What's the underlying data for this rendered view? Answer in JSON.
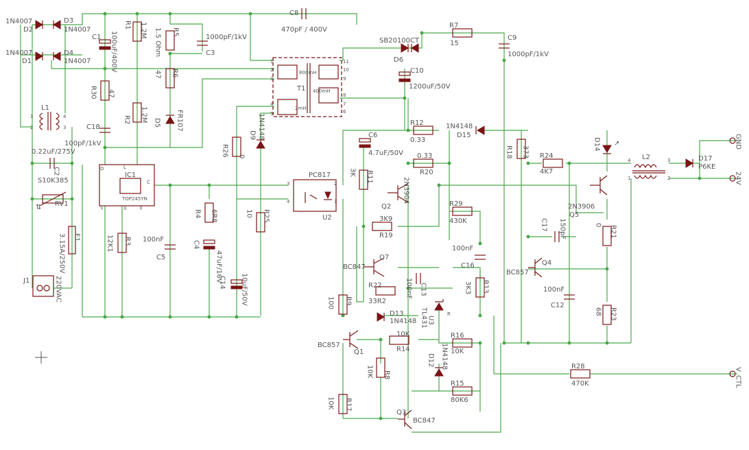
{
  "labels": {
    "d2": "D2",
    "d3": "D3",
    "d1": "D1",
    "d4": "D4",
    "d2_type": "1N4007",
    "d3_type": "1N4007",
    "d1_type": "1N4007",
    "d4_type": "1N4007",
    "c1": "C1",
    "c1_val": "100uF/400V",
    "r1": "R1",
    "r1_val": "1.2M",
    "r5": "R5",
    "r5_val": "1.5 Ohm",
    "c3": "C3",
    "c3_val": "1000pF/1kV",
    "c8": "C8",
    "c8_val": "470pF / 400V",
    "r7": "R7",
    "r7_val": "15",
    "c9": "C9",
    "c9_val": "1000pF/1kV",
    "d6": "D6",
    "d6_type": "SB20100CT",
    "c10": "C10",
    "c10_val": "1200uF/50V",
    "r30": "R30",
    "r30_val": "47",
    "r6": "R6",
    "r6_val": "47",
    "r2": "R2",
    "r2_val": "1.2M",
    "d5": "D5",
    "d5_type": "FR107",
    "l1": "L1",
    "t1": "T1",
    "t1_p1": "800mH",
    "t1_p2": "400mH",
    "t1_p3": "2mH",
    "c18": "C18",
    "c18_val": "100pF/1kV",
    "c2_val": "0.22uF/275V",
    "c2": "C2",
    "rv1": "RV1",
    "rv1_type": "S10K385",
    "f1": "F1",
    "f1_val": "3.15A/250V",
    "j1": "J1",
    "j1_val": "220VAC",
    "ic1": "IC1",
    "ic1_type": "TOP245YN",
    "ic1_d": "D",
    "ic1_l": "L",
    "ic1_c": "C",
    "ic1_s": "S",
    "ic1_x": "X",
    "ic1_f": "F",
    "r3": "R3",
    "r3_val": "12K1",
    "r26": "R26",
    "r26_val": "0",
    "d9": "D9",
    "d9_type": "1N4148",
    "c5": "C5",
    "c5_val": "100nF",
    "r4": "R4",
    "r4_val": "6R8",
    "c4": "C4",
    "c4_val": "47uF/16V",
    "c14": "C14",
    "c14_val": "10uF/50V",
    "r25": "R25",
    "r25_val": "10",
    "u2": "U2",
    "u2_type": "PC817",
    "u2_p1": "1",
    "u2_p2": "2",
    "u2_p3": "3",
    "u2_p4": "4",
    "c6": "C6",
    "c6_val": "4.7uF/50V",
    "r11": "R11",
    "r11_val": "3K",
    "q2": "Q2",
    "q2_type": "2N3904",
    "r12": "R12",
    "r12_val": "0.33",
    "r20": "R20",
    "r20_val": "0.33",
    "d15": "D15",
    "d15_type": "1N4148",
    "r18": "R18",
    "r18_val": "373",
    "r24": "R24",
    "r24_val": "4K7",
    "d14": "D14",
    "l2": "L2",
    "d17": "D17",
    "d17_type": "P6KE",
    "gnd": "GND",
    "out24": "24V",
    "vctl": "V_CTL",
    "r29": "R29",
    "r29_val": "430K",
    "r19": "R19",
    "r19_val": "3K9",
    "q7": "Q7",
    "q7_type": "BC847",
    "r22": "R22",
    "r22_val": "33R2",
    "c16": "C16",
    "c16_val": "100nF",
    "c13": "C13",
    "c13_val": "100nF",
    "r13": "R13",
    "r13_val": "3K3",
    "r9": "R9",
    "r9_val": "100",
    "d13": "D13",
    "d13_type": "1N4148",
    "u3": "U3",
    "u3_type": "TL431",
    "q1": "Q1",
    "q1_type": "BC857",
    "r14": "R14",
    "r14_val": "10K",
    "r16": "R16",
    "r16_val": "10K",
    "d12": "D12",
    "d12_type": "1N4148",
    "r8": "R8",
    "r8_val": "10K",
    "r15": "R15",
    "r15_val": "80K6",
    "r17": "R17",
    "r17_val": "10K",
    "q3": "Q3",
    "q3_type": "BC847",
    "q4": "Q4",
    "q4_type": "BC857",
    "q5_type": "2N3906",
    "q5": "Q5",
    "c17": "C17",
    "c17_val": "150pF",
    "r21": "R21",
    "r21_val": "0",
    "c12": "C12",
    "c12_val": "100nF",
    "r23": "R23",
    "r23_val": "68",
    "r28": "R28",
    "r28_val": "470K"
  },
  "colors": {
    "wire": "#4aa84a",
    "part": "#7a1414",
    "text": "#555555",
    "background": "#ffffff"
  }
}
